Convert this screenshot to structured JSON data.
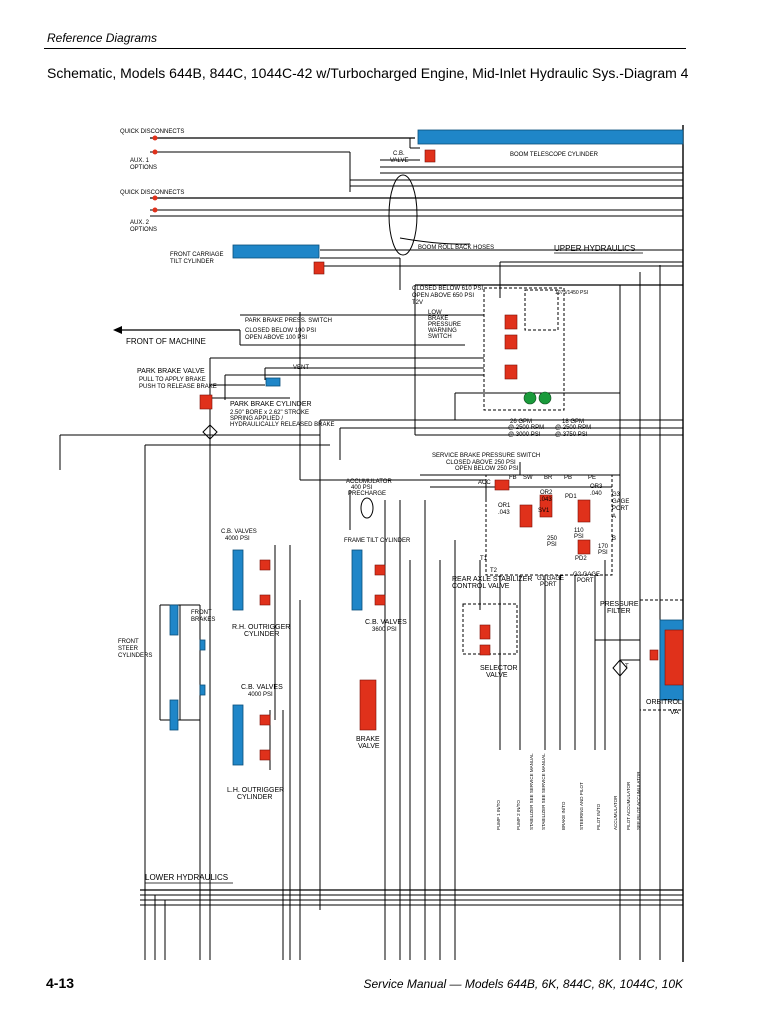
{
  "header": {
    "section": "Reference Diagrams",
    "title": "Schematic, Models 644B, 844C, 1044C-42 w/Turbocharged Engine, Mid-Inlet Hydraulic Sys.-Diagram 4"
  },
  "footer": {
    "page_number": "4-13",
    "manual": "Service Manual — Models 644B, 6K, 844C, 8K, 1044C, 10K"
  },
  "diagram": {
    "quick_disconnects_1": "QUICK DISCONNECTS",
    "aux1": "AUX. 1",
    "aux1_options": "OPTIONS",
    "quick_disconnects_2": "QUICK DISCONNECTS",
    "aux2": "AUX. 2",
    "aux2_options": "OPTIONS",
    "cb_valve": "C.B.",
    "cb_valve_2": "VALVE",
    "boom_telescope": "BOOM TELESCOPE CYLINDER",
    "front_carriage": "FRONT CARRIAGE",
    "tilt_cylinder": "TILT CYLINDER",
    "boom_roll_back_hoses": "BOOM ROLL BACK HOSES",
    "upper_hydraulics": "UPPER HYDRAULICS",
    "closed_below_1": "CLOSED BELOW 610 PSI",
    "open_above_1": "OPEN ABOVE 650 PSI",
    "t2v": "T2V",
    "low_brake_1": "LOW",
    "low_brake_2": "BRAKE",
    "low_brake_3": "PRESSURE",
    "low_brake_4": "WARNING",
    "low_brake_5": "SWITCH",
    "relief_top": "1075/1450 PSI",
    "park_brake_press_switch": "PARK BRAKE PRESS. SWITCH",
    "pb_closed_below": "CLOSED BELOW 100 PSI",
    "pb_open_above": "OPEN ABOVE 100 PSI",
    "front_of_machine": "FRONT OF MACHINE",
    "park_brake_valve": "PARK BRAKE VALVE",
    "pull_to_apply": "PULL TO APPLY BRAKE",
    "push_to_release": "PUSH TO RELEASE BRAKE",
    "vent": "VENT",
    "park_brake_cylinder": "PARK BRAKE CYLINDER",
    "pbc_1": "2.50\" BORE x 2.62\" STROKE",
    "pbc_2": "SPRING APPLIED /",
    "pbc_3": "HYDRAULICALLY RELEASED BRAKE",
    "gpm_26": "26 GPM",
    "rpm_26": "@ 2500 RPM",
    "psi_26": "@ 3000 PSI",
    "gpm_18": "18 GPM",
    "rpm_18": "@ 2500 RPM",
    "psi_18": "@ 3750 PSI",
    "service_brake_switch": "SERVICE BRAKE PRESSURE SWITCH",
    "sb_closed_above": "CLOSED ABOVE 250 PSI",
    "sb_open_below": "OPEN BELOW 250 PSI",
    "accumulator": "ACCUMULATOR",
    "acc_psi": "400 PSI",
    "precharge": "PRECHARGE",
    "cb_valves_4000_a": "C.B. VALVES",
    "cb_valves_4000_a_psi": "4000 PSI",
    "frame_tilt": "FRAME TILT CYLINDER",
    "front_brakes_1": "FRONT",
    "front_brakes_2": "BRAKES",
    "rh_outrigger_1": "R.H. OUTRIGGER",
    "rh_outrigger_2": "CYLINDER",
    "cb_valves_ft": "C.B. VALVES",
    "cb_valves_ft_psi": "3600 PSI",
    "front_steer_1": "FRONT",
    "front_steer_2": "STEER",
    "front_steer_3": "CYLINDERS",
    "rear_axle_1": "REAR AXLE STABILIZER",
    "rear_axle_2": "CONTROL VALVE",
    "g1_gage": "G1 GAGE",
    "g1_port": "PORT",
    "g2_gage": "G2 GAGE",
    "g2_port": "PORT",
    "g3_gage": "G3",
    "g3_gage_2": "GAGE",
    "g3_port": "PORT",
    "pressure_filter_1": "PRESSURE",
    "pressure_filter_2": "FILTER",
    "selector_valve_1": "SELECTOR",
    "selector_valve_2": "VALVE",
    "cb_valves_4000_b": "C.B. VALVES",
    "cb_valves_4000_b_psi": "4000 PSI",
    "brake_valve_1": "BRAKE",
    "brake_valve_2": "VALVE",
    "lh_outrigger_1": "L.H. OUTRIGGER",
    "lh_outrigger_2": "CYLINDER",
    "orbitrol": "ORBITROL",
    "orbitrol_2": "VA",
    "lower_hydraulics": "LOWER HYDRAULICS",
    "port_acc": "ACC",
    "port_fb": "FB",
    "port_sw": "SW",
    "port_br": "BR",
    "port_pb": "PB",
    "port_pe": "PE",
    "port_t1": "T1",
    "port_t2": "T2",
    "ori1": "OR1",
    "ori1_val": ".043",
    "ori2": "OR2",
    "ori2_val": ".043",
    "ori3": "OR3",
    "ori3_val": ".040",
    "sv1": "SV1",
    "pd1": "PD1",
    "pd2": "PD2",
    "psi_110": "110",
    "psi_110b": "PSI",
    "psi_170": "170",
    "psi_170b": "PSI",
    "psi_250": "250",
    "psi_250b": "PSI",
    "port_a": "A",
    "port_b": "B",
    "port_t": "T",
    "rot_1": "PUMP 1 IN/TO",
    "rot_2": "PUMP 2 IN/TO",
    "rot_3": "STABILIZER SEE SERVICE MANUAL",
    "rot_4": "STABILIZER SEE SERVICE MANUAL",
    "rot_5": "BRAKE IN/TO",
    "rot_6": "STEERING AND PILOT",
    "rot_7": "PILOT IN/TO",
    "rot_8": "ACCUMULATOR",
    "rot_9": "PILOT ACCUMULATOR",
    "rot_10": "SEE PILOT ACCUMULATOR"
  },
  "colors": {
    "cylinder_blue": "#1f86c8",
    "valve_red": "#e0311b",
    "pump_green": "#1a9a3b",
    "line": "#000000"
  }
}
